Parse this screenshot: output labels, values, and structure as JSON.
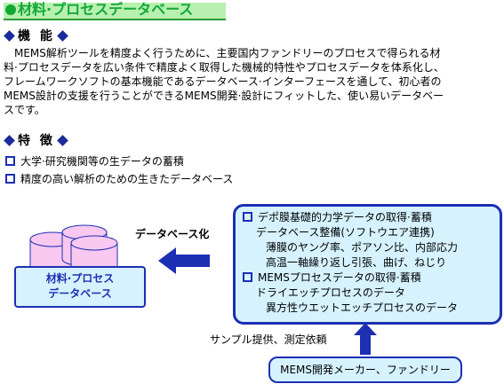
{
  "title": "材料·プロセスデータベース",
  "function_section": {
    "heading": "機 能",
    "lines": [
      "　MEMS解析ツールを精度よく行うために、主要国内ファンドリーのプロセスで得られる材",
      "料·プロセスデータを広い条件で精度よく取得した機械的特性やプロセスデータを体系化し、",
      "フレームワークソフトの基本機能であるデータベース·インターフェースを通して、初心者の",
      "MEMS設計の支援を行うことができるMEMS開発·設計にフィットした、使い易いデータベー",
      "スです。"
    ]
  },
  "feature_section": {
    "heading": "特 徴",
    "items": [
      "大学·研究機関等の生データの蓄積",
      "精度の高い解析のための生きたデータベース"
    ]
  },
  "diagram": {
    "db_label_line1": "材料·プロセス",
    "db_label_line2": "データベース",
    "arrow_label": "データベース化",
    "features_box": {
      "item1_title": "デポ膜基礎的力学データの取得·蓄積",
      "item1_lines": [
        "データベース整備(ソフトウエア連携)",
        "薄膜のヤング率、ポアソン比、内部応力",
        "高温一軸繰り返し引張、曲げ、ねじり"
      ],
      "item2_title": "MEMSプロセスデータの取得·蓄積",
      "item2_lines": [
        "ドライエッチプロセスのデータ",
        "異方性ウエットエッチプロセスのデータ"
      ]
    },
    "supply_label": "サンプル提供、測定依頼",
    "maker_label": "MEMS開発メーカー、ファンドリー"
  },
  "colors": {
    "title_green": "#11a836",
    "title_bg": "#b8f0b0",
    "accent_blue": "#1d2fb3",
    "box_fill": "#d6f2ff",
    "cylinder_fill": "#f8c8f0",
    "cylinder_stroke": "#1d2fb3"
  }
}
